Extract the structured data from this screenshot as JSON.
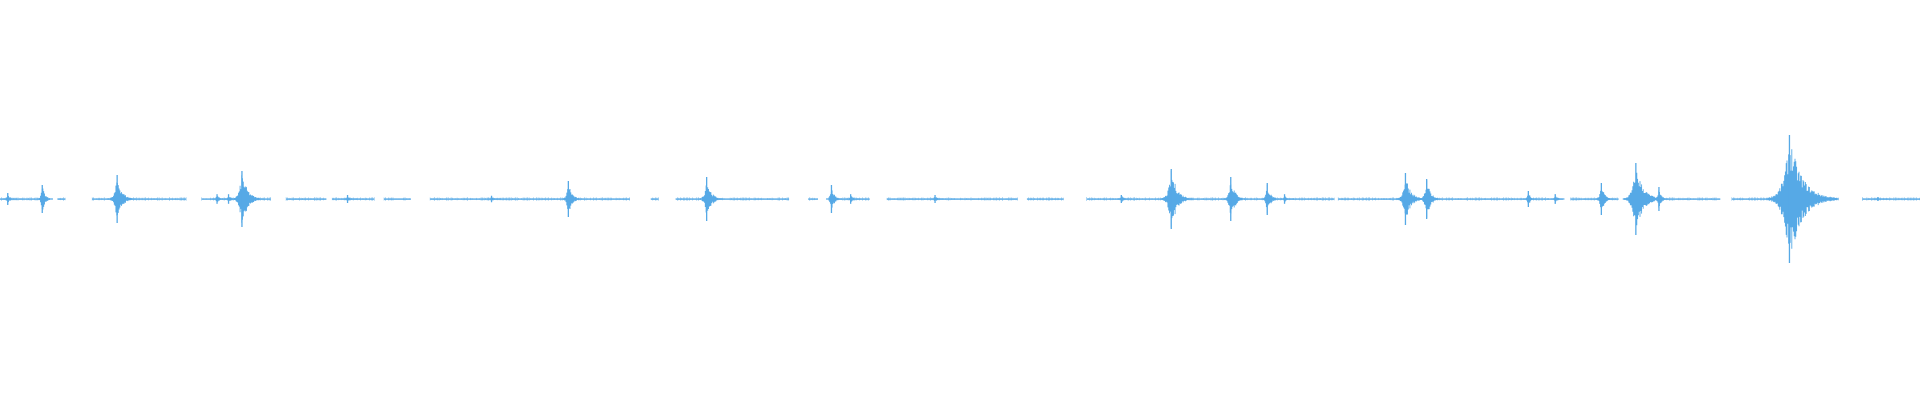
{
  "colors": {
    "background": "#ffffff",
    "waveform": "#56a9e6"
  },
  "waveform": {
    "baseline_segments": [
      [
        0.0,
        0.026
      ],
      [
        0.03,
        0.034
      ],
      [
        0.048,
        0.058
      ],
      [
        0.061,
        0.097
      ],
      [
        0.105,
        0.141
      ],
      [
        0.149,
        0.17
      ],
      [
        0.173,
        0.195
      ],
      [
        0.2,
        0.214
      ],
      [
        0.224,
        0.328
      ],
      [
        0.339,
        0.343
      ],
      [
        0.352,
        0.365
      ],
      [
        0.367,
        0.411
      ],
      [
        0.421,
        0.426
      ],
      [
        0.432,
        0.453
      ],
      [
        0.462,
        0.53
      ],
      [
        0.535,
        0.554
      ],
      [
        0.566,
        0.606
      ],
      [
        0.612,
        0.645
      ],
      [
        0.648,
        0.695
      ],
      [
        0.697,
        0.744
      ],
      [
        0.748,
        0.814
      ],
      [
        0.818,
        0.843
      ],
      [
        0.85,
        0.896
      ],
      [
        0.902,
        0.952
      ],
      [
        0.97,
        1.0
      ]
    ],
    "spikes": [
      {
        "pos": 0.004,
        "amp": 0.015
      },
      {
        "pos": 0.022,
        "amp": 0.035
      },
      {
        "pos": 0.061,
        "amp": 0.06
      },
      {
        "pos": 0.113,
        "amp": 0.012
      },
      {
        "pos": 0.119,
        "amp": 0.012
      },
      {
        "pos": 0.126,
        "amp": 0.07
      },
      {
        "pos": 0.181,
        "amp": 0.01
      },
      {
        "pos": 0.256,
        "amp": 0.008
      },
      {
        "pos": 0.296,
        "amp": 0.045
      },
      {
        "pos": 0.368,
        "amp": 0.055
      },
      {
        "pos": 0.433,
        "amp": 0.035
      },
      {
        "pos": 0.443,
        "amp": 0.012
      },
      {
        "pos": 0.487,
        "amp": 0.01
      },
      {
        "pos": 0.584,
        "amp": 0.01
      },
      {
        "pos": 0.61,
        "amp": 0.075
      },
      {
        "pos": 0.641,
        "amp": 0.055
      },
      {
        "pos": 0.66,
        "amp": 0.04
      },
      {
        "pos": 0.669,
        "amp": 0.012
      },
      {
        "pos": 0.732,
        "amp": 0.065
      },
      {
        "pos": 0.743,
        "amp": 0.05
      },
      {
        "pos": 0.796,
        "amp": 0.02
      },
      {
        "pos": 0.81,
        "amp": 0.012
      },
      {
        "pos": 0.834,
        "amp": 0.04
      },
      {
        "pos": 0.852,
        "amp": 0.09
      },
      {
        "pos": 0.864,
        "amp": 0.03
      },
      {
        "pos": 0.932,
        "amp": 0.16
      },
      {
        "pos": 0.978,
        "amp": 0.005
      }
    ]
  }
}
